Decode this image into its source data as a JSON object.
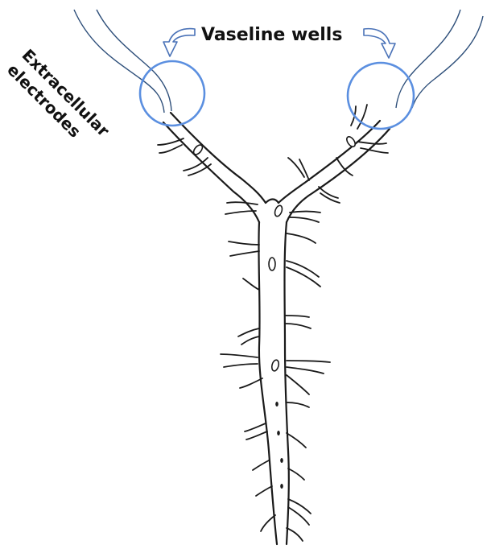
{
  "labels": {
    "vaseline_wells": "Vaseline wells",
    "extracellular_line1": "Extracellular",
    "extracellular_line2": "electrodes"
  },
  "colors": {
    "electrode_line": "#2e4f7a",
    "well_circle": "#5b8fe0",
    "nerve_outline": "#1a1a1a",
    "arrow": "#4b73b8",
    "text": "#111111"
  },
  "icons": {
    "arrow_left": "curved-arrow-down-left-icon",
    "arrow_right": "curved-arrow-down-right-icon"
  }
}
